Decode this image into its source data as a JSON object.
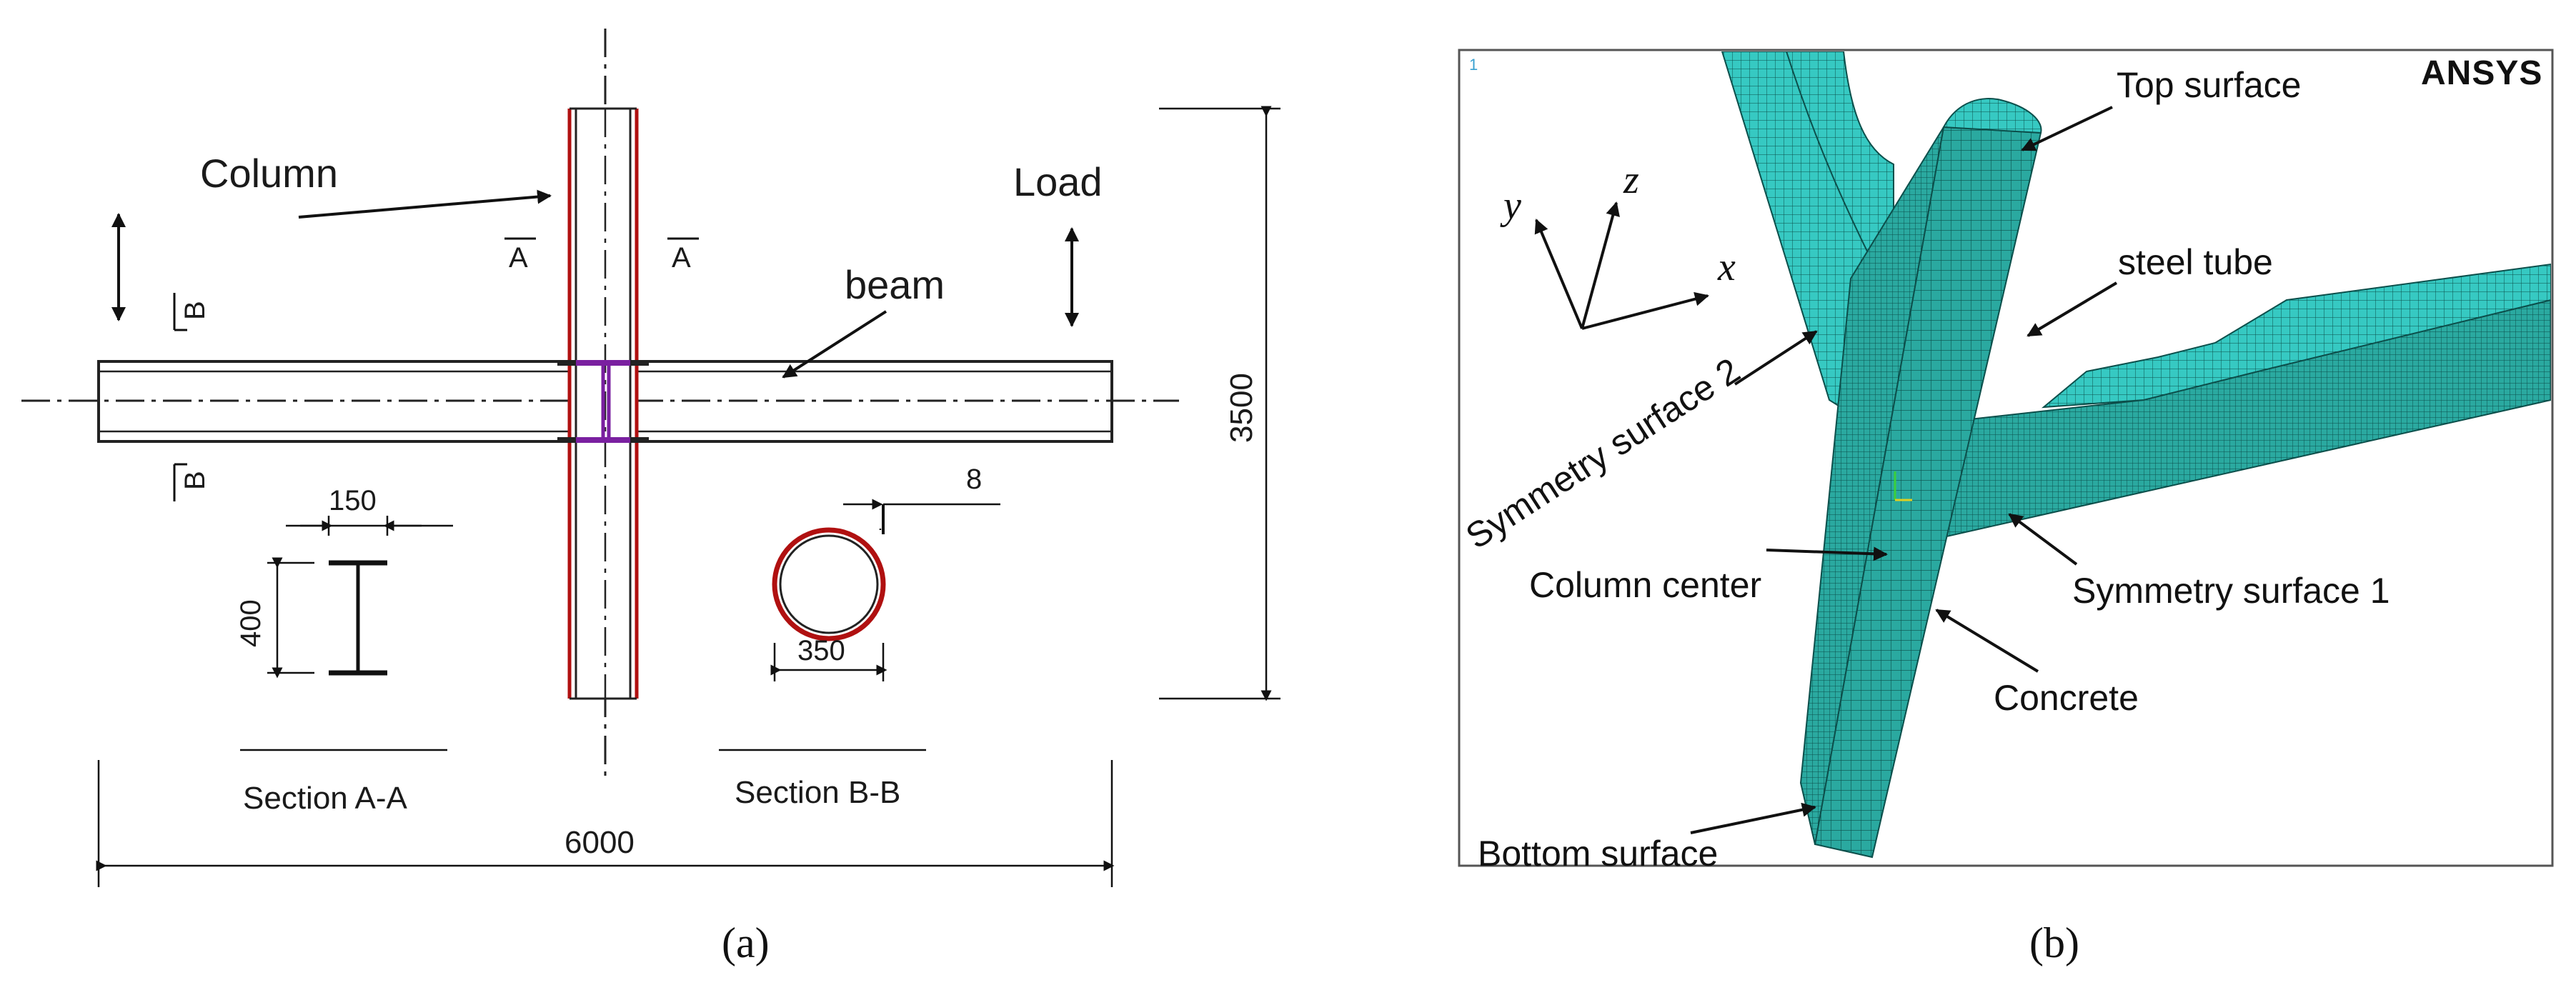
{
  "panel_a": {
    "column_label": "Column",
    "load_label": "Load",
    "beam_label": "beam",
    "section_mark_a": "A",
    "section_mark_b": "B",
    "dim_flange_width": "150",
    "dim_section_height": "400",
    "dim_tube_thickness": "8",
    "dim_tube_diameter": "350",
    "dim_overall_height": "3500",
    "dim_overall_length": "6000",
    "section_a_label": "Section A-A",
    "section_b_label": "Section B-B",
    "caption": "(a)",
    "colors": {
      "steel_tube": "#b01010",
      "stiffener": "#7a20a0",
      "line": "#1a1a1a"
    }
  },
  "panel_b": {
    "software_logo": "ANSYS",
    "window_number": "1",
    "axis_x": "x",
    "axis_y": "y",
    "axis_z": "z",
    "labels": {
      "top_surface": "Top surface",
      "steel_tube": "steel tube",
      "symmetry_surface_2": "Symmetry surface 2",
      "column_center": "Column center",
      "symmetry_surface_1": "Symmetry surface 1",
      "concrete": "Concrete",
      "bottom_surface": "Bottom surface"
    },
    "caption": "(b)",
    "colors": {
      "mesh_fill": "#2aa9a0",
      "mesh_light": "#38d6d0",
      "mesh_line": "#0c4f4b"
    }
  }
}
